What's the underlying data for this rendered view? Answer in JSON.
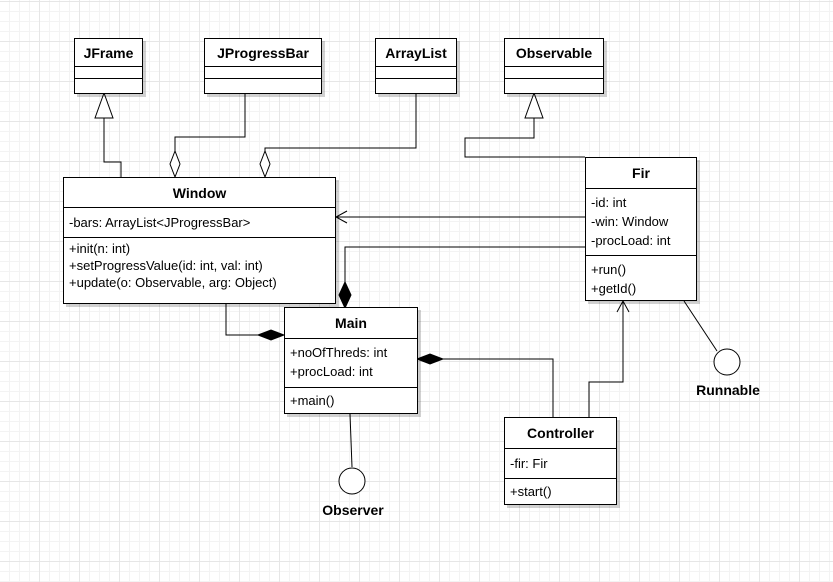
{
  "classes": {
    "jframe": {
      "name": "JFrame"
    },
    "jprogressbar": {
      "name": "JProgressBar"
    },
    "arraylist": {
      "name": "ArrayList"
    },
    "observable": {
      "name": "Observable"
    },
    "window": {
      "name": "Window",
      "attributes": [
        "-bars: ArrayList<JProgressBar>"
      ],
      "operations": [
        "+init(n: int)",
        "+setProgressValue(id: int, val: int)",
        "+update(o: Observable, arg: Object)"
      ]
    },
    "fir": {
      "name": "Fir",
      "attributes": [
        "-id: int",
        "-win: Window",
        "-procLoad: int"
      ],
      "operations": [
        "+run()",
        "+getId()"
      ]
    },
    "main": {
      "name": "Main",
      "attributes": [
        "+noOfThreds: int",
        "+procLoad: int"
      ],
      "operations": [
        "+main()"
      ]
    },
    "controller": {
      "name": "Controller",
      "attributes": [
        "-fir: Fir"
      ],
      "operations": [
        "+start()"
      ]
    }
  },
  "interfaces": {
    "runnable": "Runnable",
    "observer": "Observer"
  },
  "colors": {
    "stroke": "#000000",
    "fill": "#ffffff",
    "grid": "#e6e6e6"
  }
}
